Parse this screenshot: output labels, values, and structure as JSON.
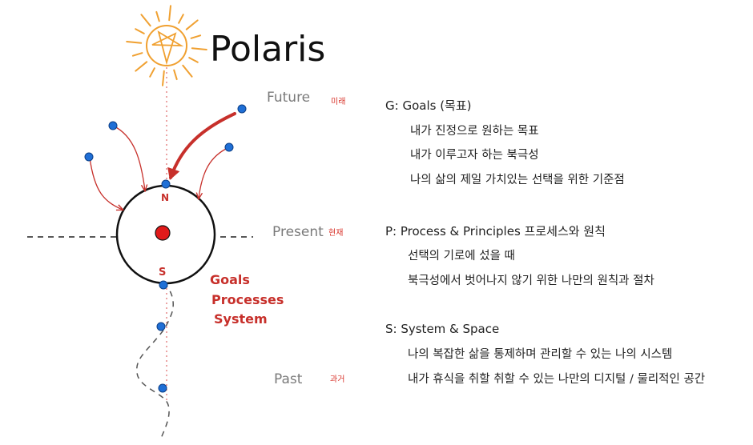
{
  "title": "Polaris",
  "timeline": {
    "future": {
      "label": "Future",
      "kr": "미래"
    },
    "present": {
      "label": "Present",
      "kr": "현재"
    },
    "past": {
      "label": "Past",
      "kr": "과거"
    }
  },
  "compass": {
    "north": "N",
    "south": "S"
  },
  "gps_labels": [
    "Goals",
    "Processes",
    "System"
  ],
  "sections": [
    {
      "title": "G: Goals (목표)",
      "items": [
        "내가 진정으로 원하는 목표",
        "내가 이루고자 하는 북극성",
        "나의 삶의 제일 가치있는 선택을 위한 기준점"
      ]
    },
    {
      "title": "P: Process & Principles 프로세스와 원칙",
      "items": [
        "선택의 기로에 섰을 때",
        "북극성에서 벗어나지 않기 위한 나만의 원칙과 절차"
      ]
    },
    {
      "title": "S: System & Space",
      "items": [
        "나의 복잡한 삶을 통제하며 관리할 수 있는 나의 시스템",
        "내가 휴식을 취할 취할 수 있는 나만의 디지털 / 물리적인 공간"
      ]
    }
  ],
  "colors": {
    "sun": "#f0a030",
    "red": "#c7302b",
    "dot": "#1f6fd6",
    "center": "#e11a1a"
  }
}
